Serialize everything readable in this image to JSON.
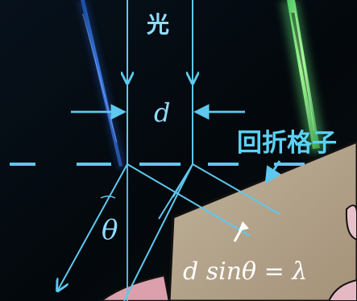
{
  "labels": {
    "light": "光",
    "slit_width": "d",
    "grating": "回折格子",
    "angle": "θ",
    "path_difference": "d sinθ = λ"
  },
  "colors": {
    "background": "#04080d",
    "diagram_lines": "#5ec8ee",
    "light_text": "#8fdcff",
    "formula_text": "#ffffff",
    "grating_text": "#5cd2f5",
    "skin_panel": "#b3a58f",
    "blue_laser": "#2f6bd8",
    "green_laser": "#6cff84",
    "outline": "#111111"
  },
  "icons": {
    "laser_left": "blue-laser-beam",
    "laser_right": "green-laser-beam",
    "arrow": "white-pointer-arrow"
  }
}
